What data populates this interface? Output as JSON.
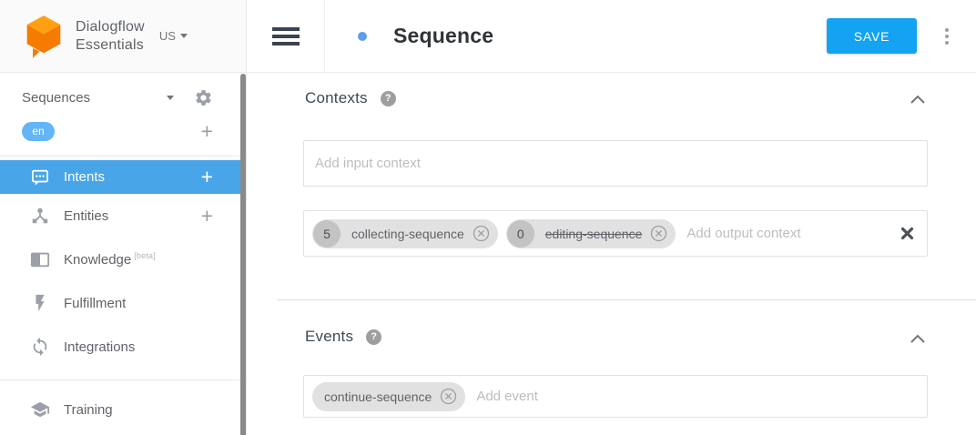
{
  "brand": {
    "line1": "Dialogflow",
    "line2": "Essentials",
    "region": "US"
  },
  "sidebar": {
    "agent_name": "Sequences",
    "language_badge": "en",
    "items": [
      {
        "label": "Intents"
      },
      {
        "label": "Entities"
      },
      {
        "label": "Knowledge",
        "beta_tag": "[beta]"
      },
      {
        "label": "Fulfillment"
      },
      {
        "label": "Integrations"
      },
      {
        "label": "Training"
      }
    ]
  },
  "header": {
    "title": "Sequence",
    "save_label": "SAVE"
  },
  "contexts": {
    "title": "Contexts",
    "input_placeholder": "Add input context",
    "output_placeholder": "Add output context",
    "output_chips": [
      {
        "lifespan": "5",
        "name": "collecting-sequence",
        "strikethrough": false
      },
      {
        "lifespan": "0",
        "name": "editing-sequence",
        "strikethrough": true
      }
    ]
  },
  "events": {
    "title": "Events",
    "placeholder": "Add event",
    "chips": [
      {
        "name": "continue-sequence"
      }
    ]
  },
  "colors": {
    "accent": "#14a2f2",
    "active_item_bg": "#47a5e8",
    "language_badge_bg": "#64b5f6",
    "intent_dot": "#5c9eed",
    "chip_bg": "#e1e1e1",
    "chip_badge_bg": "#c3c3c3",
    "logo_top": "#ffa012",
    "logo_body": "#f57c00"
  }
}
